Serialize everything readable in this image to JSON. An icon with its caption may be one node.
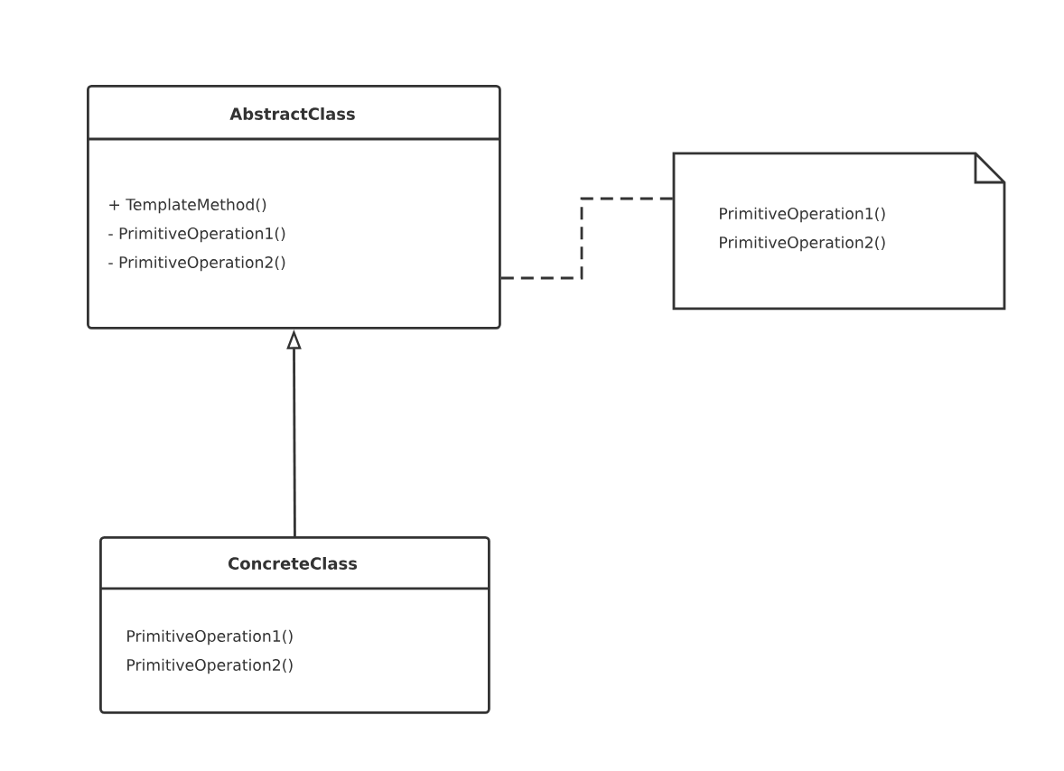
{
  "diagram": {
    "nodes": [
      {
        "text": [
          "AbstractClass",
          "+ TemplateMethod()",
          "- PrimitiveOperation1()",
          "- PrimitiveOperation2()"
        ]
      },
      {
        "text": [
          "PrimitiveOperation1()",
          "PrimitiveOperation2()"
        ]
      },
      {
        "text": [
          "ConcreteClass",
          "PrimitiveOperation1()",
          "PrimitiveOperation2()"
        ]
      }
    ],
    "edges": [
      {
        "from": 0,
        "to": 1,
        "arrow": "none",
        "style": "dashed"
      },
      {
        "from": 2,
        "to": 0,
        "arrow": "to"
      }
    ]
  }
}
